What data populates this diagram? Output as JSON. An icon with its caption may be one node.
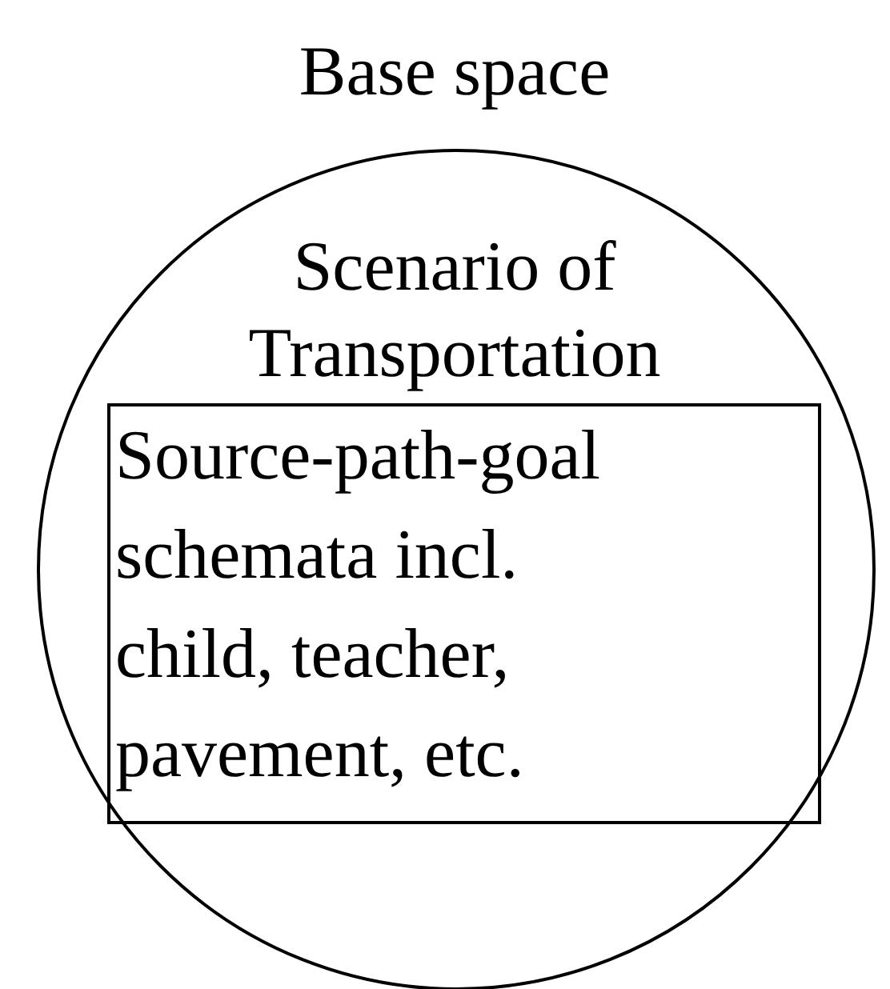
{
  "diagram": {
    "nodes": [
      {
        "text": [
          "Base space",
          "Scenario of Transportation"
        ]
      },
      {
        "text": [
          "Source-path-goal schemata incl. child, teacher, pavement, etc."
        ],
        "in": 0
      }
    ]
  }
}
